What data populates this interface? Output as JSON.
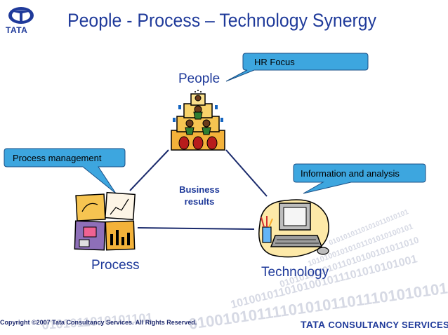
{
  "slide": {
    "title": "People - Process – Technology Synergy",
    "logo_text": "TATA",
    "nodes": {
      "people": "People",
      "process": "Process",
      "technology": "Technology"
    },
    "center": {
      "line1": "Business",
      "line2": "results"
    },
    "callouts": {
      "hr_focus": "HR Focus",
      "process_management": "Process management",
      "information_analysis": "Information and analysis"
    },
    "footer": {
      "copyright": "Copyright ©2007 Tata Consultancy Services. All Rights Reserved.",
      "brand_tata": "TATA",
      "brand_rest": "CONSULTANCY SERVICES"
    },
    "colors": {
      "title_blue": "#1f3a9a",
      "callout_fill": "#3da6df",
      "line_navy": "#1a2a6c"
    }
  }
}
